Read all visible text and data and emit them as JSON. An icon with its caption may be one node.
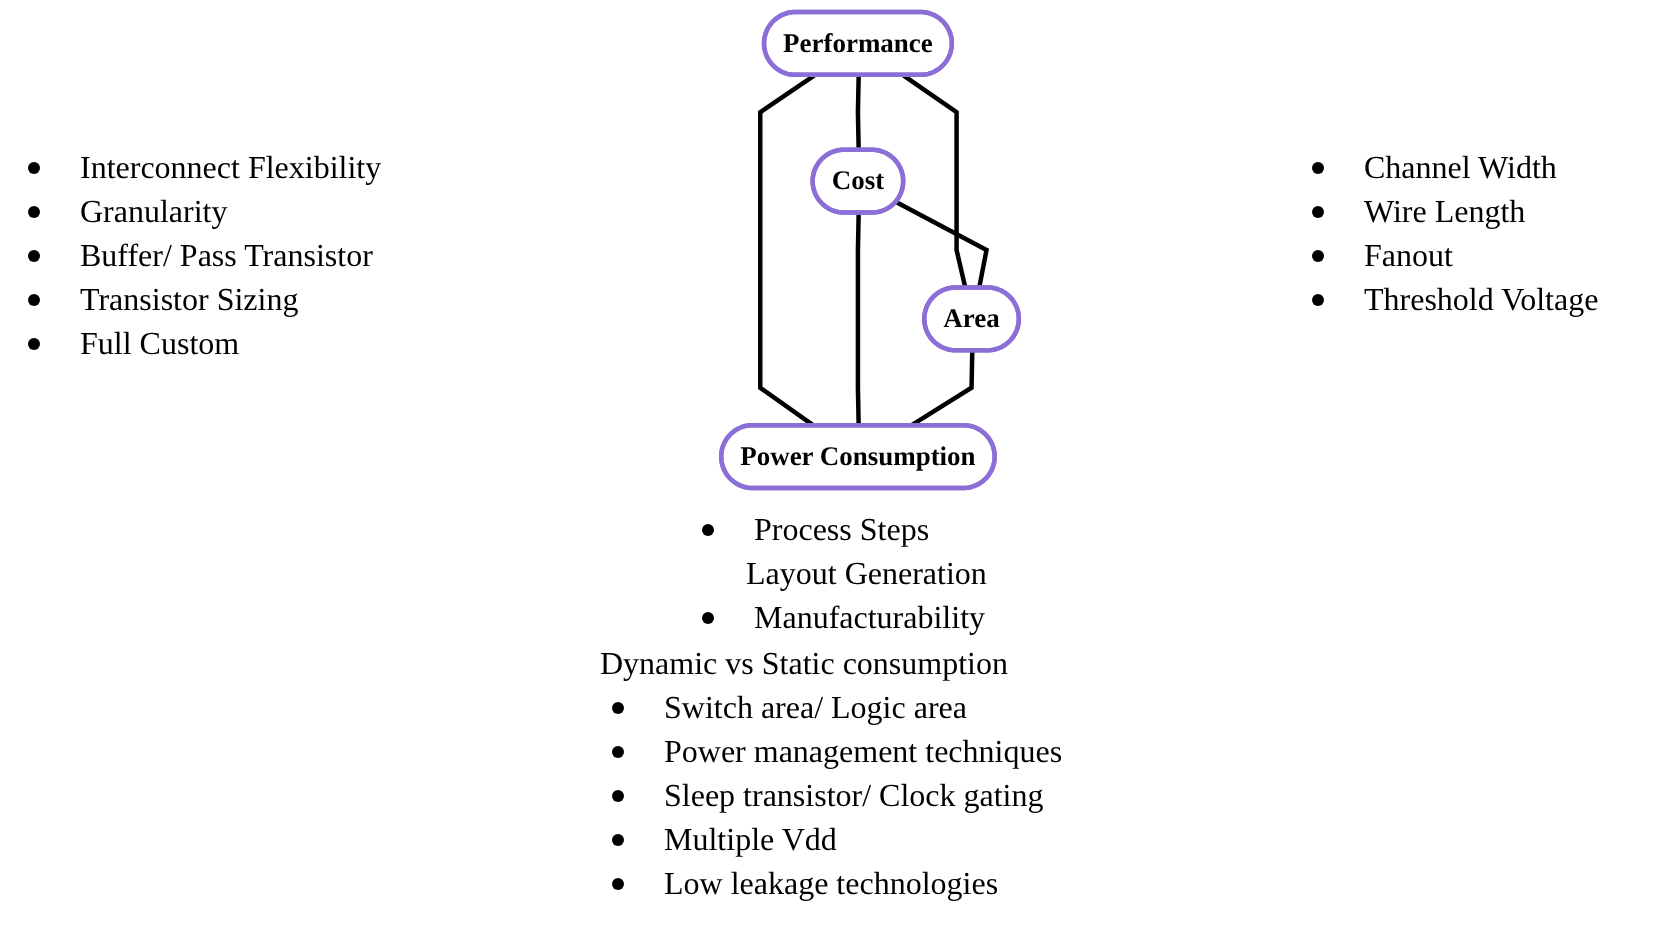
{
  "diagram": {
    "nodes": [
      {
        "text": [
          "Performance"
        ]
      },
      {
        "text": [
          "Cost"
        ]
      },
      {
        "text": [
          "Area"
        ]
      },
      {
        "text": [
          "Power Consumption"
        ]
      }
    ],
    "edges": [
      {
        "from": 0,
        "to": 1,
        "arrow": "none"
      },
      {
        "from": 0,
        "to": 2,
        "arrow": "none"
      },
      {
        "from": 0,
        "to": 3,
        "arrow": "none"
      },
      {
        "from": 1,
        "to": 2,
        "arrow": "none"
      },
      {
        "from": 1,
        "to": 3,
        "arrow": "none"
      },
      {
        "from": 2,
        "to": 3,
        "arrow": "none"
      }
    ],
    "labels": [
      "Interconnect Flexibility",
      "Granularity",
      "Buffer/ Pass Transistor",
      "Transistor Sizing",
      "Full Custom",
      "Channel Width",
      "Wire Length",
      "Fanout",
      "Threshold Voltage",
      "Process Steps",
      "Layout Generation",
      "Manufacturability",
      "Dynamic vs Static consumption",
      "Switch area/ Logic area",
      "Power management techniques",
      "Sleep transistor/ Clock gating",
      "Multiple Vdd",
      "Low leakage technologies"
    ]
  }
}
